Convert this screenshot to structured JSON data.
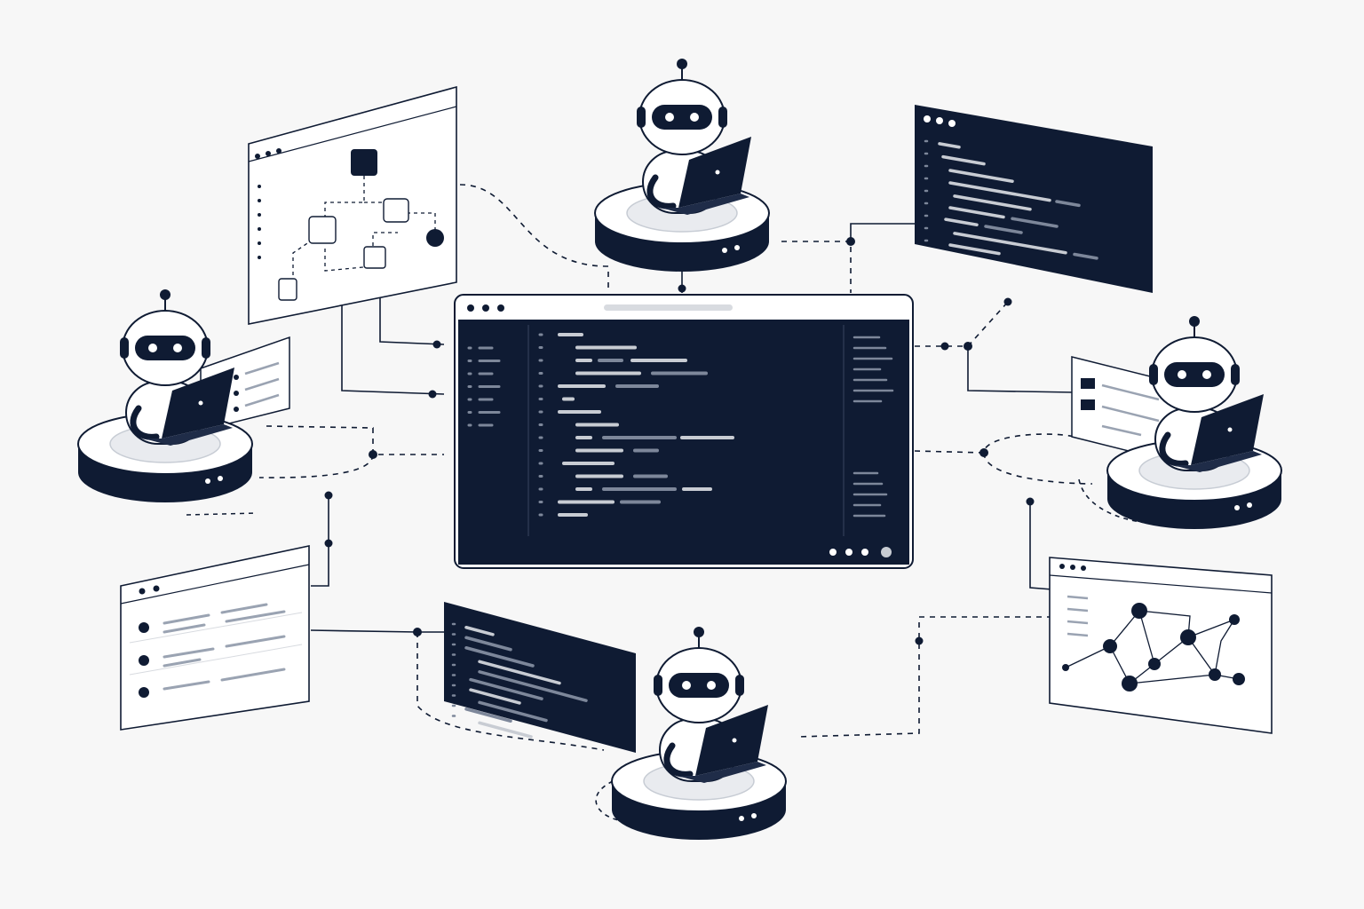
{
  "scene": {
    "background": "#f7f7f7",
    "ink": "#0f1b33",
    "muted": "#9aa3b2",
    "light": "#ffffff"
  },
  "robots": [
    {
      "name": "robot-top",
      "icon": "robot-icon",
      "device": "laptop-icon"
    },
    {
      "name": "robot-left",
      "icon": "robot-icon",
      "device": "laptop-icon"
    },
    {
      "name": "robot-right",
      "icon": "robot-icon",
      "device": "laptop-icon"
    },
    {
      "name": "robot-bottom",
      "icon": "robot-icon",
      "device": "laptop-icon"
    }
  ],
  "panels": [
    {
      "name": "main-code-editor-window",
      "theme": "dark"
    },
    {
      "name": "flowchart-window",
      "theme": "light"
    },
    {
      "name": "code-window-top-right",
      "theme": "dark"
    },
    {
      "name": "list-window-bottom-left",
      "theme": "light"
    },
    {
      "name": "code-window-bottom-center",
      "theme": "dark"
    },
    {
      "name": "graph-network-window",
      "theme": "light"
    }
  ]
}
